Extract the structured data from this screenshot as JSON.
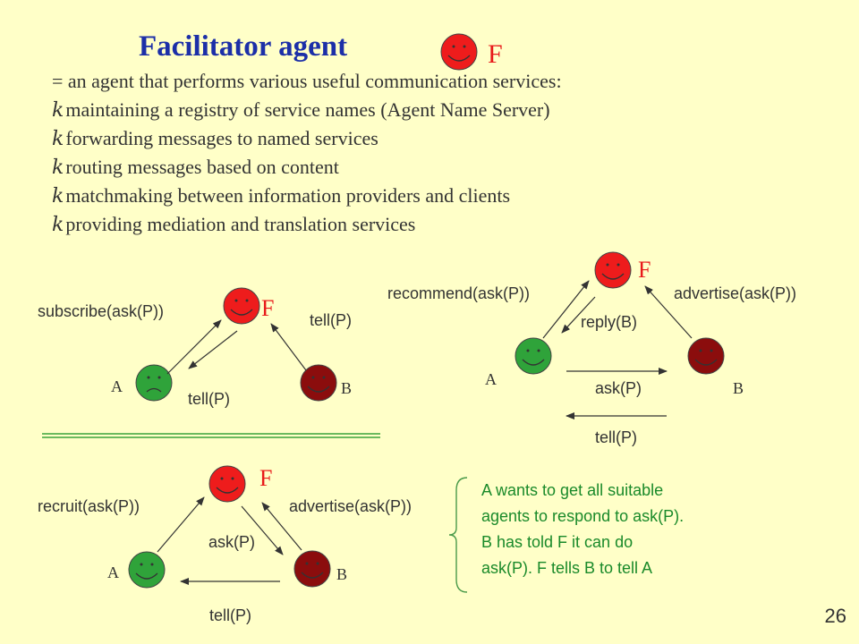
{
  "title": "Facilitator agent",
  "title_symbol": "F",
  "intro": "= an agent that performs various useful communication services:",
  "bullet_mark": "k",
  "bullets": [
    "maintaining a registry of service names (Agent Name Server)",
    "forwarding messages to named services",
    "routing messages based on content",
    "matchmaking between information providers and clients",
    "providing mediation and translation services"
  ],
  "diagram1": {
    "f_label": "F",
    "a_label": "A",
    "b_label": "B",
    "subscribe": "subscribe(ask(P))",
    "tell_from_b": "tell(P)",
    "tell_to_a": "tell(P)"
  },
  "diagram2": {
    "f_label": "F",
    "a_label": "A",
    "b_label": "B",
    "recommend": "recommend(ask(P))",
    "advertise": "advertise(ask(P))",
    "reply": "reply(B)",
    "ask": "ask(P)",
    "tell": "tell(P)"
  },
  "diagram3": {
    "f_label": "F",
    "a_label": "A",
    "b_label": "B",
    "recruit": "recruit(ask(P))",
    "advertise": "advertise(ask(P))",
    "ask": "ask(P)",
    "tell": "tell(P)"
  },
  "note_lines": [
    "A wants to get all suitable",
    "agents to respond to ask(P).",
    "B has told F it can do",
    "ask(P).  F tells B to tell A"
  ],
  "page_number": "26",
  "colors": {
    "background": "#ffffc8",
    "title": "#1c2fa8",
    "facilitator": "#ee1c1c",
    "agent_a": "#2fa33a",
    "agent_b": "#8b0d0d",
    "note": "#1a8a2a"
  }
}
